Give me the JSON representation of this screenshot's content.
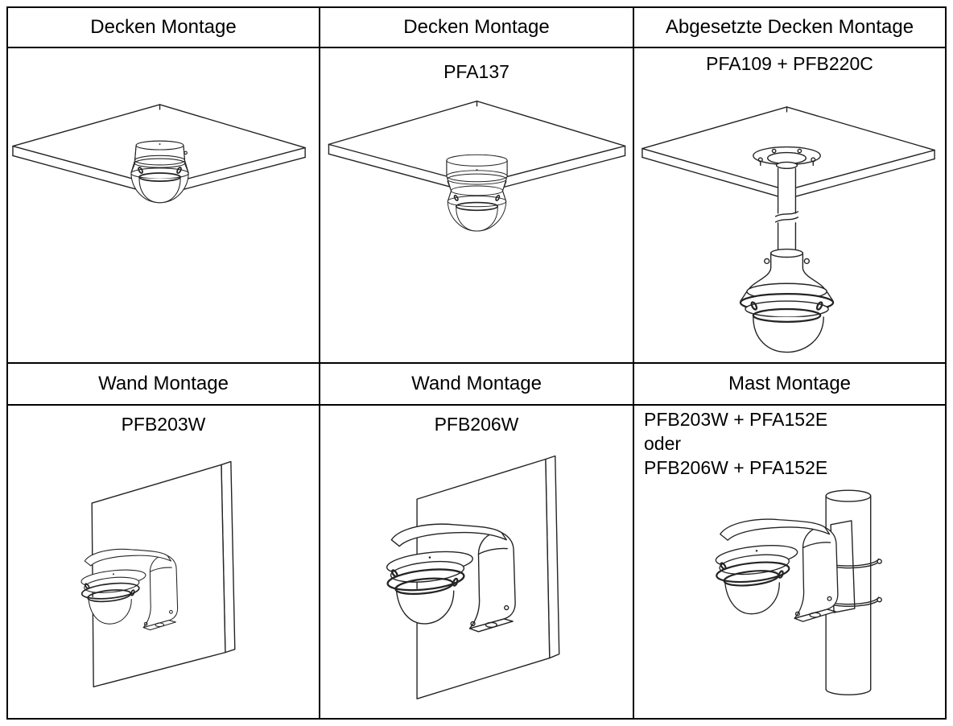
{
  "document": {
    "background": "#ffffff",
    "grid_line_color": "#000000",
    "text_color": "#000000"
  },
  "table": {
    "row1": {
      "col1": {
        "header": "Decken Montage"
      },
      "col2": {
        "header": "Decken Montage"
      },
      "col3": {
        "header": "Abgesetzte Decken Montage"
      }
    },
    "row2": {
      "col1": {
        "product": "",
        "illustration": "dome-camera-direct-ceiling-mount-drawing"
      },
      "col2": {
        "product": "PFA137",
        "illustration": "dome-camera-ceiling-adapter-mount-drawing"
      },
      "col3": {
        "product": "PFA109 + PFB220C",
        "illustration": "dome-camera-pendant-ceiling-mount-drawing"
      }
    },
    "row3": {
      "col1": {
        "header": "Wand Montage"
      },
      "col2": {
        "header": "Wand Montage"
      },
      "col3": {
        "header": "Mast Montage"
      }
    },
    "row4": {
      "col1": {
        "product": "PFB203W",
        "illustration": "dome-camera-wall-bracket-mount-drawing"
      },
      "col2": {
        "product": "PFB206W",
        "illustration": "dome-camera-wall-bracket-box-mount-drawing"
      },
      "col3": {
        "product_lines": [
          "PFB203W + PFA152E",
          "oder",
          "PFB206W + PFA152E"
        ],
        "illustration": "dome-camera-pole-strap-mount-drawing"
      }
    }
  }
}
